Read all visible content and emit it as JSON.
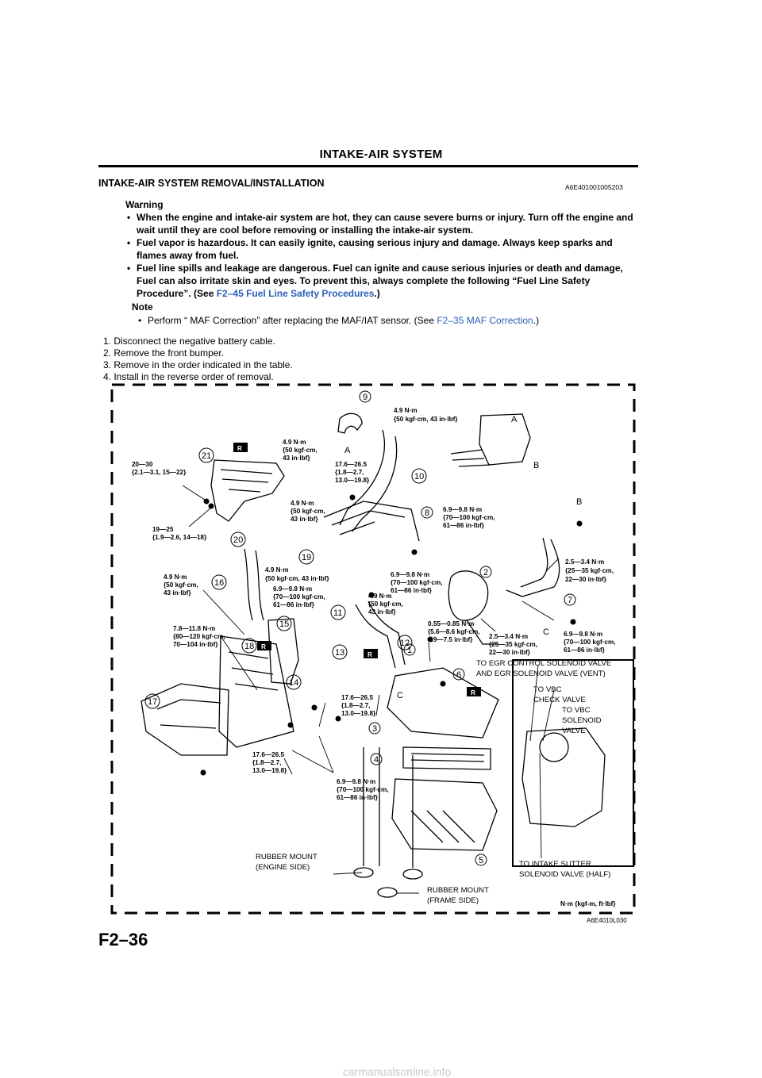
{
  "header": {
    "title": "INTAKE-AIR SYSTEM"
  },
  "section": {
    "title": "INTAKE-AIR SYSTEM REMOVAL/INSTALLATION",
    "code": "A6E401001005203"
  },
  "warning": {
    "label": "Warning",
    "items": [
      {
        "text": "When the engine and intake-air system are hot, they can cause severe burns or injury. Turn off the engine and wait until they are cool before removing or installing the intake-air system."
      },
      {
        "text": "Fuel vapor is hazardous. It can easily ignite, causing serious injury and damage. Always keep sparks and flames away from fuel."
      },
      {
        "text": "Fuel line spills and leakage are dangerous. Fuel can ignite and cause serious injuries or death and damage, Fuel can also irritate skin and eyes. To prevent this, always complete the following “Fuel Line Safety Procedure”. (See ",
        "link": "F2–45 Fuel Line Safety Procedures",
        "after": ".)"
      }
    ]
  },
  "note": {
    "label": "Note",
    "text": "Perform “ MAF Correction” after replacing the MAF/IAT sensor. (See ",
    "link": "F2–35 MAF Correction",
    "after": ".)"
  },
  "steps": [
    "1. Disconnect the negative battery cable.",
    "2. Remove the front bumper.",
    "3. Remove in the order indicated in the table.",
    "4. Install in the reverse order of removal."
  ],
  "figure": {
    "code": "A6E4010L030",
    "units": "N·m {kgf-m, ft·lbf}",
    "torques": {
      "t_20_30": [
        "20—30",
        "{2.1—3.1, 15—22}"
      ],
      "t_19_25": [
        "19—25",
        "{1.9—2.6, 14—18}"
      ],
      "t_49_a": [
        "4.9 N·m",
        "{50 kgf·cm,",
        "43 in·lbf}"
      ],
      "t_49_top": [
        "4.9 N·m",
        "{50 kgf·cm, 43 in·lbf}"
      ],
      "t_176_a": [
        "17.6—26.5",
        "{1.8—2.7,",
        "13.0—19.8}"
      ],
      "t_49_b": [
        "4.9 N·m",
        "{50 kgf·cm,",
        "43 in·lbf}"
      ],
      "t_69_right": [
        "6.9—9.8 N·m",
        "{70—100 kgf·cm,",
        "61—86 in·lbf}"
      ],
      "t_49_c": [
        "4.9 N·m",
        "{50 kgf·cm, 43 in·lbf}"
      ],
      "t_49_left": [
        "4.9 N·m",
        "{50 kgf·cm,",
        "43 in·lbf}"
      ],
      "t_69_mid": [
        "6.9—9.8 N·m",
        "{70—100 kgf·cm,",
        "61—86 in·lbf}"
      ],
      "t_69_center": [
        "6.9—9.8 N·m",
        "{70—100 kgf·cm,",
        "61—86 in·lbf}"
      ],
      "t_49_d": [
        "4.9 N·m",
        "{50 kgf·cm,",
        "43 in·lbf}"
      ],
      "t_25_right": [
        "2.5—3.4 N·m",
        "{25—35 kgf·cm,",
        "22—30 in·lbf}"
      ],
      "t_78": [
        "7.8—11.8 N·m",
        "{80—120 kgf·cm,",
        "70—104 in·lbf}"
      ],
      "t_055": [
        "0.55—0.85 N·m",
        "{5.6—8.6 kgf·cm,",
        "4.9—7.5 in·lbf}"
      ],
      "t_25_mid": [
        "2.5—3.4 N·m",
        "{25—35 kgf·cm,",
        "22—30 in·lbf}"
      ],
      "t_69_far": [
        "6.9—9.8 N·m",
        "{70—100 kgf·cm,",
        "61—86 in·lbf}"
      ],
      "t_176_b": [
        "17.6—26.5",
        "{1.8—2.7,",
        "13.0—19.8}"
      ],
      "t_176_c": [
        "17.6—26.5",
        "{1.8—2.7,",
        "13.0—19.8}"
      ],
      "t_69_bottom": [
        "6.9—9.8 N·m",
        "{70—100 kgf·cm,",
        "61—86 in·lbf}"
      ]
    },
    "callouts": {
      "egr": [
        "TO EGR CONTROL SOLENOID VALVE",
        "AND EGR SOLENOID VALVE (VENT)"
      ],
      "vbc_check": [
        "TO VBC",
        "CHECK VALVE"
      ],
      "vbc_sol": [
        "TO VBC",
        "SOLENOID",
        "VALVE"
      ],
      "intake_shutter": [
        "TO INTAKE SUTTER",
        "SOLENOID VALVE (HALF)"
      ],
      "rubber_engine": [
        "RUBBER MOUNT",
        "(ENGINE SIDE)"
      ],
      "rubber_frame": [
        "RUBBER MOUNT",
        "(FRAME SIDE)"
      ]
    },
    "part_numbers": [
      "1",
      "2",
      "3",
      "4",
      "5",
      "6",
      "7",
      "8",
      "9",
      "10",
      "11",
      "12",
      "13",
      "14",
      "15",
      "16",
      "17",
      "18",
      "19",
      "20",
      "21"
    ],
    "letters": [
      "A",
      "B",
      "C"
    ],
    "replace_mark": "R"
  },
  "page_number": "F2–36",
  "watermark": "carmanualsonline.info"
}
